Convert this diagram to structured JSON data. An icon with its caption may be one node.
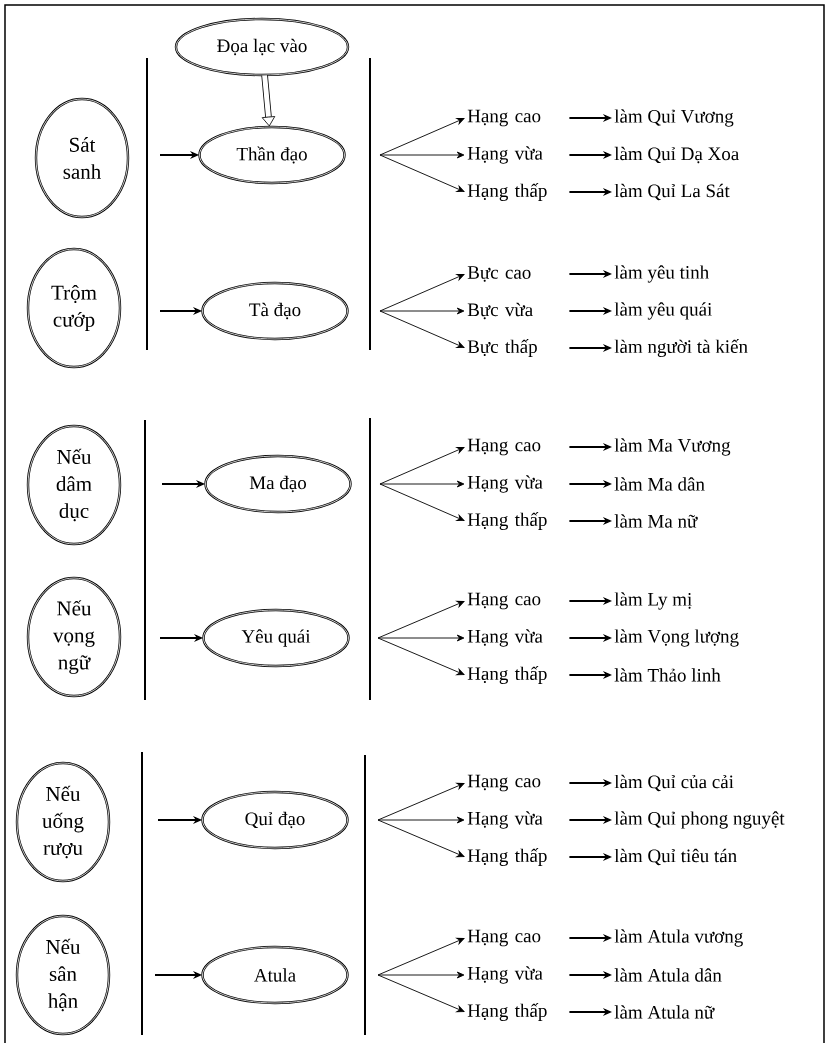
{
  "diagram": {
    "nodes": [
      {
        "text": [
          "Đọa lạc vào"
        ]
      },
      {
        "text": [
          "Sát sanh"
        ]
      },
      {
        "text": [
          "Thần đạo"
        ]
      },
      {
        "text": [
          "Hạng cao"
        ]
      },
      {
        "text": [
          "làm Quỉ Vương"
        ]
      },
      {
        "text": [
          "Hạng vừa"
        ]
      },
      {
        "text": [
          "làm Quỉ Dạ Xoa"
        ]
      },
      {
        "text": [
          "Hạng thấp"
        ]
      },
      {
        "text": [
          "làm Quỉ La Sát"
        ]
      },
      {
        "text": [
          "Trộm cướp"
        ]
      },
      {
        "text": [
          "Tà đạo"
        ]
      },
      {
        "text": [
          "Bực cao"
        ]
      },
      {
        "text": [
          "làm yêu tinh"
        ]
      },
      {
        "text": [
          "Bực vừa"
        ]
      },
      {
        "text": [
          "làm yêu quái"
        ]
      },
      {
        "text": [
          "Bực thấp"
        ]
      },
      {
        "text": [
          "làm người tà kiến"
        ]
      },
      {
        "text": [
          "Nếu dâm dục"
        ]
      },
      {
        "text": [
          "Ma đạo"
        ]
      },
      {
        "text": [
          "Hạng cao"
        ]
      },
      {
        "text": [
          "làm Ma Vương"
        ]
      },
      {
        "text": [
          "Hạng vừa"
        ]
      },
      {
        "text": [
          "làm Ma dân"
        ]
      },
      {
        "text": [
          "Hạng thấp"
        ]
      },
      {
        "text": [
          "làm Ma nữ"
        ]
      },
      {
        "text": [
          "Nếu vọng ngữ"
        ]
      },
      {
        "text": [
          "Yêu quái"
        ]
      },
      {
        "text": [
          "Hạng cao"
        ]
      },
      {
        "text": [
          "làm Ly mị"
        ]
      },
      {
        "text": [
          "Hạng vừa"
        ]
      },
      {
        "text": [
          "làm Vọng lượng"
        ]
      },
      {
        "text": [
          "Hạng thấp"
        ]
      },
      {
        "text": [
          "làm Thảo linh"
        ]
      },
      {
        "text": [
          "Nếu uống rượu"
        ]
      },
      {
        "text": [
          "Quỉ đạo"
        ]
      },
      {
        "text": [
          "Hạng cao"
        ]
      },
      {
        "text": [
          "làm Quỉ của cải"
        ]
      },
      {
        "text": [
          "Hạng vừa"
        ]
      },
      {
        "text": [
          "làm Quỉ phong nguyệt"
        ]
      },
      {
        "text": [
          "Hạng thấp"
        ]
      },
      {
        "text": [
          "làm Quỉ tiêu tán"
        ]
      },
      {
        "text": [
          "Nếu sân hận"
        ]
      },
      {
        "text": [
          "Atula"
        ]
      },
      {
        "text": [
          "Hạng cao"
        ]
      },
      {
        "text": [
          "làm Atula vương"
        ]
      },
      {
        "text": [
          "Hạng vừa"
        ]
      },
      {
        "text": [
          "làm Atula dân"
        ]
      },
      {
        "text": [
          "Hạng thấp"
        ]
      },
      {
        "text": [
          "làm Atula nữ"
        ]
      }
    ],
    "edges": [
      {
        "from": 0,
        "to": 2,
        "arrow": "to",
        "style": "thick"
      },
      {
        "from": null,
        "to": 2,
        "arrow": "to"
      },
      {
        "from": null,
        "to": 3,
        "arrow": "to"
      },
      {
        "from": null,
        "to": 5,
        "arrow": "to"
      },
      {
        "from": null,
        "to": 7,
        "arrow": "to"
      },
      {
        "from": 3,
        "to": 4,
        "arrow": "to"
      },
      {
        "from": 5,
        "to": 6,
        "arrow": "to"
      },
      {
        "from": 7,
        "to": 8,
        "arrow": "to"
      },
      {
        "from": null,
        "to": 10,
        "arrow": "to"
      },
      {
        "from": null,
        "to": 11,
        "arrow": "to"
      },
      {
        "from": null,
        "to": 13,
        "arrow": "to"
      },
      {
        "from": null,
        "to": 15,
        "arrow": "to"
      },
      {
        "from": 11,
        "to": 12,
        "arrow": "to"
      },
      {
        "from": 13,
        "to": 14,
        "arrow": "to"
      },
      {
        "from": 15,
        "to": 16,
        "arrow": "to"
      },
      {
        "from": null,
        "to": 18,
        "arrow": "to"
      },
      {
        "from": null,
        "to": 19,
        "arrow": "to"
      },
      {
        "from": null,
        "to": 21,
        "arrow": "to"
      },
      {
        "from": null,
        "to": 23,
        "arrow": "to"
      },
      {
        "from": 19,
        "to": 20,
        "arrow": "to"
      },
      {
        "from": 21,
        "to": 22,
        "arrow": "to"
      },
      {
        "from": 23,
        "to": 24,
        "arrow": "to"
      },
      {
        "from": null,
        "to": 26,
        "arrow": "to"
      },
      {
        "from": null,
        "to": 27,
        "arrow": "to"
      },
      {
        "from": null,
        "to": 29,
        "arrow": "to"
      },
      {
        "from": null,
        "to": 31,
        "arrow": "to"
      },
      {
        "from": 27,
        "to": 28,
        "arrow": "to"
      },
      {
        "from": 29,
        "to": 30,
        "arrow": "to"
      },
      {
        "from": 31,
        "to": 32,
        "arrow": "to"
      },
      {
        "from": null,
        "to": 34,
        "arrow": "to"
      },
      {
        "from": null,
        "to": 35,
        "arrow": "to"
      },
      {
        "from": null,
        "to": 37,
        "arrow": "to"
      },
      {
        "from": null,
        "to": 39,
        "arrow": "to"
      },
      {
        "from": 35,
        "to": 36,
        "arrow": "to"
      },
      {
        "from": 37,
        "to": 38,
        "arrow": "to"
      },
      {
        "from": 39,
        "to": 40,
        "arrow": "to"
      },
      {
        "from": null,
        "to": 42,
        "arrow": "to"
      },
      {
        "from": null,
        "to": 43,
        "arrow": "to"
      },
      {
        "from": null,
        "to": 45,
        "arrow": "to"
      },
      {
        "from": null,
        "to": 47,
        "arrow": "to"
      },
      {
        "from": 43,
        "to": 44,
        "arrow": "to"
      },
      {
        "from": 45,
        "to": 46,
        "arrow": "to"
      },
      {
        "from": 47,
        "to": 48,
        "arrow": "to"
      }
    ]
  }
}
